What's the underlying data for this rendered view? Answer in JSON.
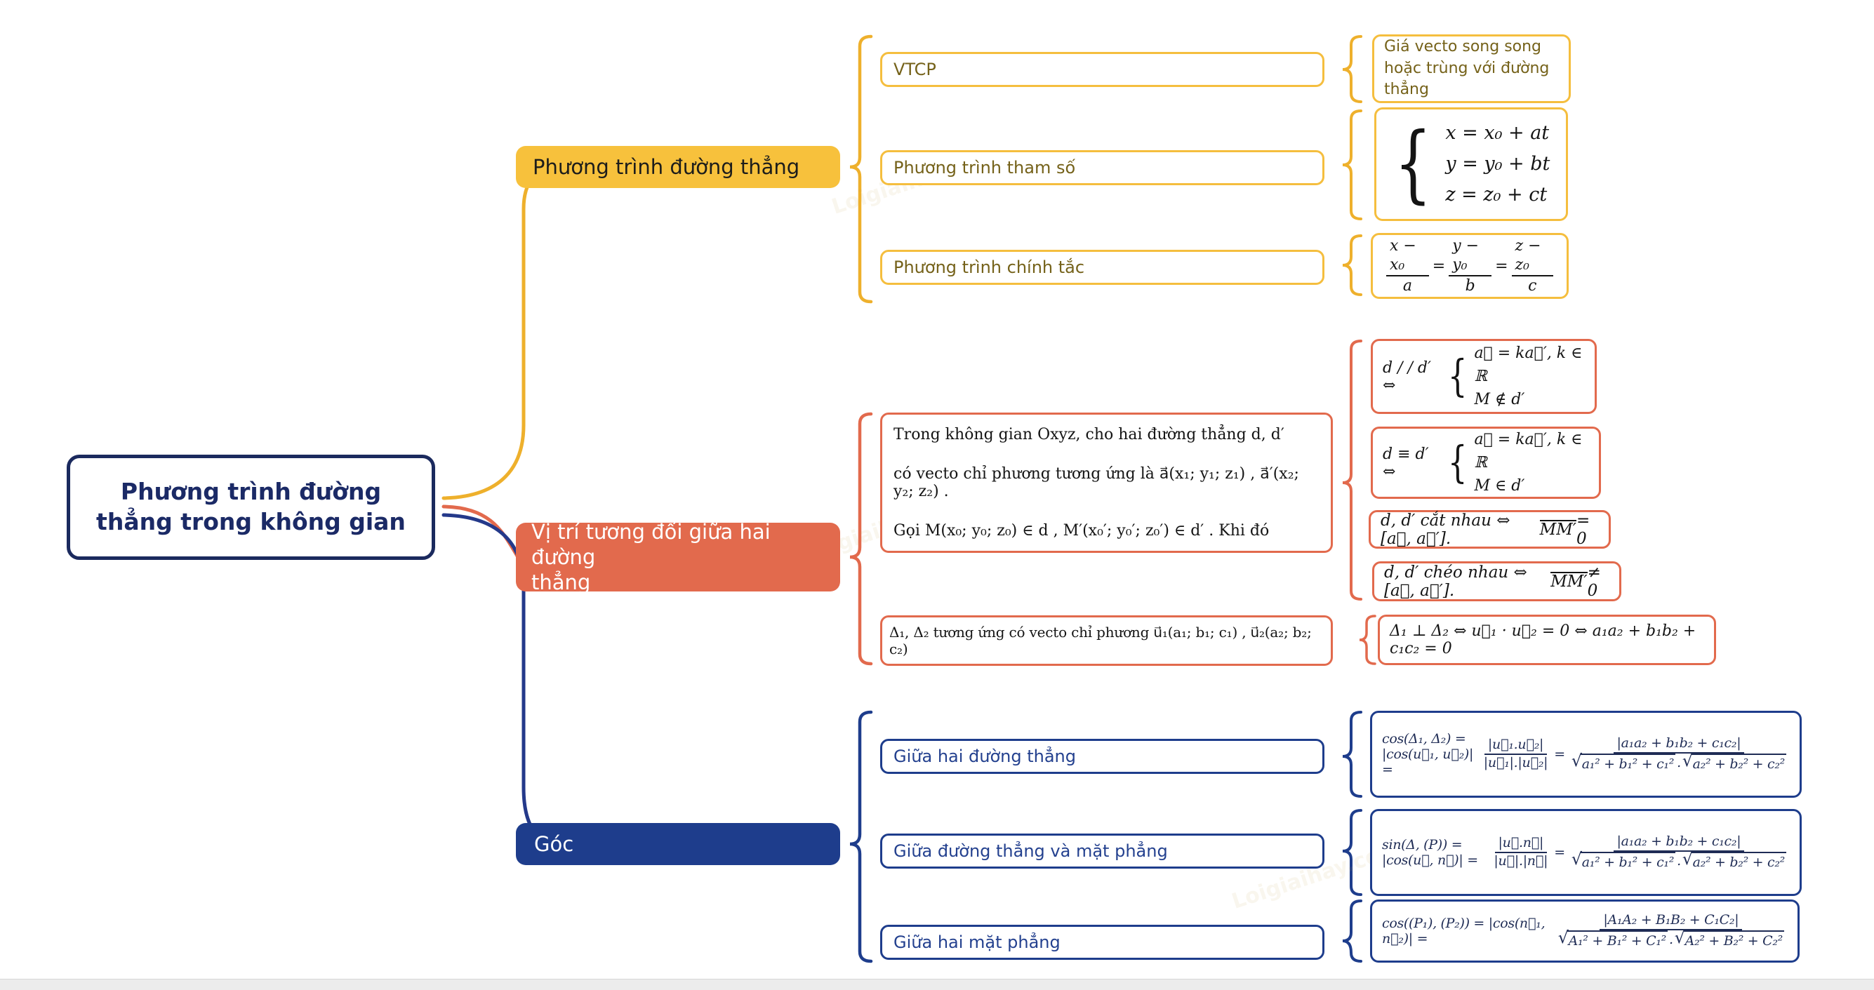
{
  "root": {
    "title": "Phương trình đường\nthẳng trong không gian"
  },
  "symbols": {
    "brace": "{",
    "sqrt": "√"
  },
  "yellow": {
    "label": "Phương trình đường thẳng",
    "vtcp_label": "VTCP",
    "vtcp_desc": "Giá vecto song song\nhoặc trùng với đường\nthẳng",
    "param_label": "Phương trình tham số",
    "param_lines": [
      "x = x₀ + at",
      "y = y₀ + bt",
      "z = z₀ + ct"
    ],
    "canon_label": "Phương trình chính tắc",
    "canon": {
      "n1": "x − x₀",
      "d1": "a",
      "n2": "y − y₀",
      "d2": "b",
      "n3": "z − z₀",
      "d3": "c",
      "eq": "="
    }
  },
  "red": {
    "label": "Vị trí tương đối giữa hai đường\nthẳng",
    "intro": [
      "Trong không gian Oxyz, cho hai đường thẳng  d, d′",
      "có vecto chỉ phương tương ứng là  a⃗(x₁; y₁; z₁) ,  a⃗′(x₂; y₂; z₂) .",
      "Gọi  M(x₀; y₀; z₀) ∈ d ,  M′(x₀′; y₀′; z₀′) ∈ d′ . Khi đó"
    ],
    "parallel": {
      "lhs": "d / / d′ ⇔",
      "l1": "a⃗ = ka⃗′, k ∈ ℝ",
      "l2": "M ∉ d′"
    },
    "coincide": {
      "lhs": "d ≡ d′ ⇔",
      "l1": "a⃗ = ka⃗′, k ∈ ℝ",
      "l2": "M ∈ d′"
    },
    "intersect": {
      "pre": "d, d′ cắt nhau ⇔ [a⃗, a⃗′].",
      "over": "MM′",
      "post": " = 0"
    },
    "skew": {
      "pre": "d, d′ chéo nhau ⇔ [a⃗, a⃗′].",
      "over": "MM′",
      "post": " ≠ 0"
    },
    "u12": "Δ₁, Δ₂ tương ứng có vecto chỉ phương  u⃗₁(a₁; b₁; c₁) ,  u⃗₂(a₂; b₂; c₂)",
    "perp": "Δ₁ ⊥ Δ₂ ⇔ u⃗₁ · u⃗₂ = 0 ⇔ a₁a₂ + b₁b₂ + c₁c₂ = 0"
  },
  "blue": {
    "label": "Góc",
    "lines_label": "Giữa hai đường thẳng",
    "plane_label": "Giữa đường thẳng và mặt phẳng",
    "planes_label": "Giữa hai mặt phẳng",
    "cos1": {
      "lhs": "cos(Δ₁, Δ₂) = |cos(u⃗₁, u⃗₂)| =",
      "f1n": "|u⃗₁.u⃗₂|",
      "f1d": "|u⃗₁|.|u⃗₂|",
      "eq": "=",
      "f2n": "|a₁a₂ + b₁b₂ + c₁c₂|",
      "rad1": "a₁² + b₁² + c₁²",
      "dot": ".",
      "rad2": "a₂² + b₂² + c₂²"
    },
    "sin1": {
      "lhs": "sin(Δ, (P)) = |cos(u⃗, n⃗)| =",
      "f1n": "|u⃗.n⃗|",
      "f1d": "|u⃗|.|n⃗|",
      "eq": "=",
      "f2n": "|a₁a₂ + b₁b₂ + c₁c₂|",
      "rad1": "a₁² + b₁² + c₁²",
      "dot": ".",
      "rad2": "a₂² + b₂² + c₂²"
    },
    "cos2": {
      "lhs": "cos((P₁), (P₂)) = |cos(n⃗₁, n⃗₂)| =",
      "fn": "|A₁A₂ + B₁B₂ + C₁C₂|",
      "rad1": "A₁² + B₁² + C₁²",
      "dot": ".",
      "rad2": "A₂² + B₂² + C₂²"
    }
  },
  "colors": {
    "yellow": "#F7C13C",
    "yellow_line": "#EEB02C",
    "red": "#E26A4D",
    "navy": "#1E3D8C",
    "root_navy": "#1B2A5E",
    "olive_text": "#75621A"
  },
  "watermark": "Loigiaihay.com"
}
